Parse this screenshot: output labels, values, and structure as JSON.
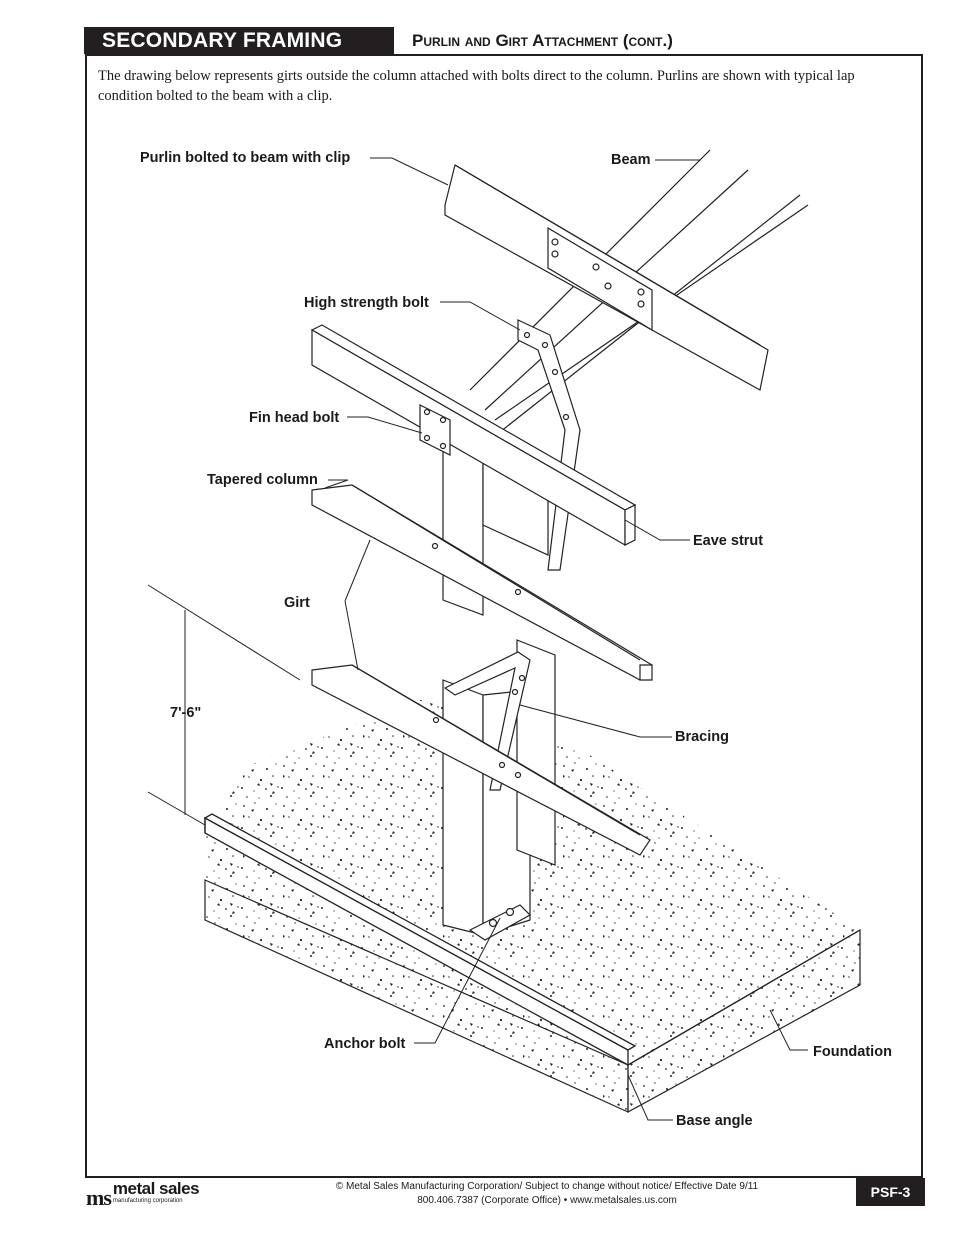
{
  "header": {
    "section": "SECONDARY FRAMING",
    "title": "Purlin and Girt Attachment (cont.)"
  },
  "intro": "The drawing below represents girts outside the column attached with bolts direct to the column.  Purlins are shown with typical lap condition bolted to the beam with a clip.",
  "labels": {
    "purlin": "Purlin bolted to beam with clip",
    "beam": "Beam",
    "hs_bolt": "High strength bolt",
    "fin_head": "Fin head bolt",
    "tapered_column": "Tapered column",
    "eave_strut": "Eave strut",
    "girt": "Girt",
    "dimension": "7'-6\"",
    "bracing": "Bracing",
    "anchor_bolt": "Anchor bolt",
    "foundation": "Foundation",
    "base_angle": "Base angle"
  },
  "footer": {
    "logo_mark": "ms",
    "logo_name": "metal sales",
    "logo_sub": "manufacturing corporation",
    "line1": "© Metal Sales Manufacturing Corporation/ Subject to change without notice/ Effective Date 9/11",
    "line2": "800.406.7387 (Corporate Office) • www.metalsales.us.com",
    "page": "PSF-3"
  }
}
